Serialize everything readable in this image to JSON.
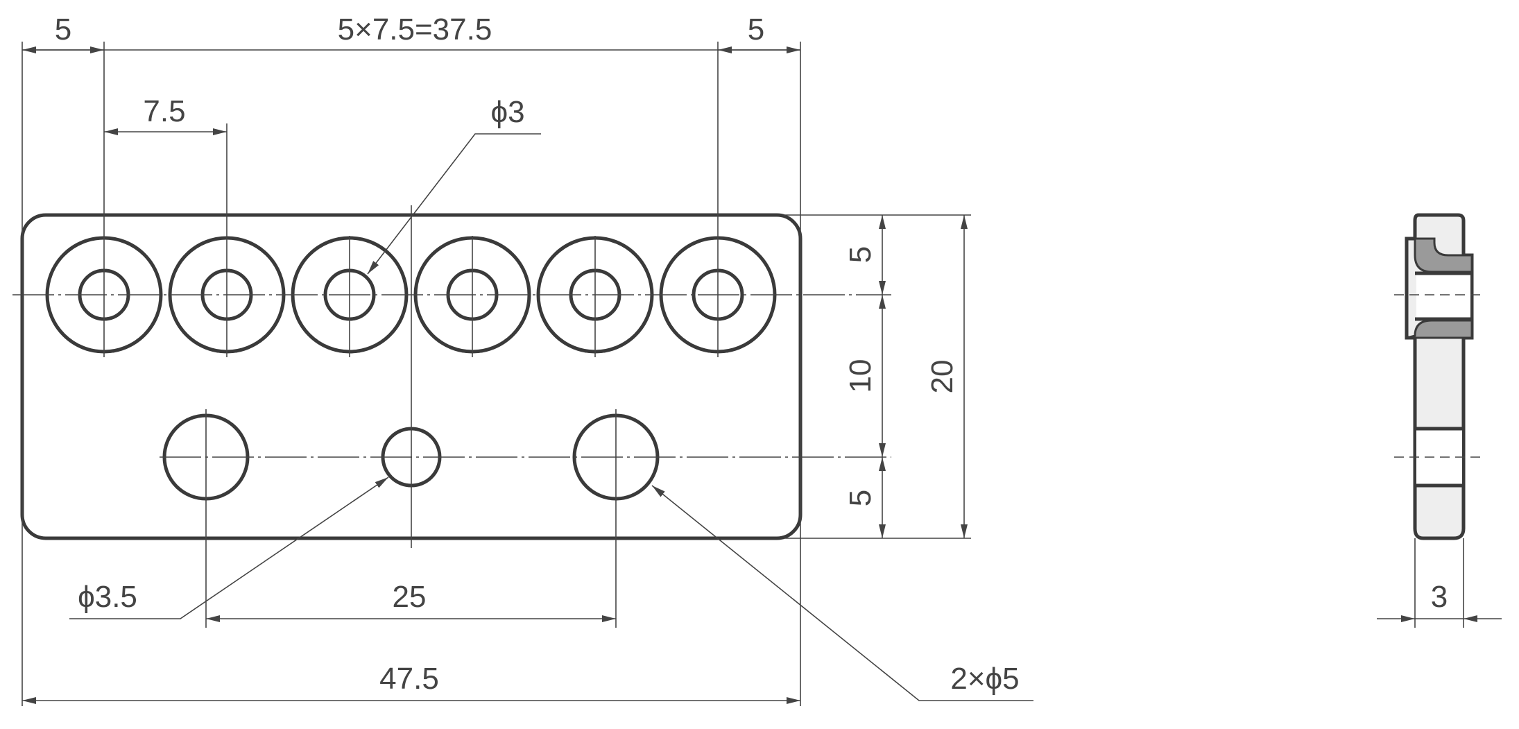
{
  "dimensions": {
    "left_margin": "5",
    "hole_array": "5×7.5=37.5",
    "right_margin": "5",
    "hole_pitch": "7.5",
    "small_hole": "ϕ3",
    "height_top": "5",
    "height_middle": "10",
    "height_bottom": "5",
    "total_height": "20",
    "center_hole": "ϕ3.5",
    "big_hole_spacing": "25",
    "total_width": "47.5",
    "big_holes": "2×ϕ5",
    "thickness": "3"
  },
  "colors": {
    "line": "#3a3a3a",
    "section_fill": "#9a9a9a",
    "background": "#ffffff"
  }
}
